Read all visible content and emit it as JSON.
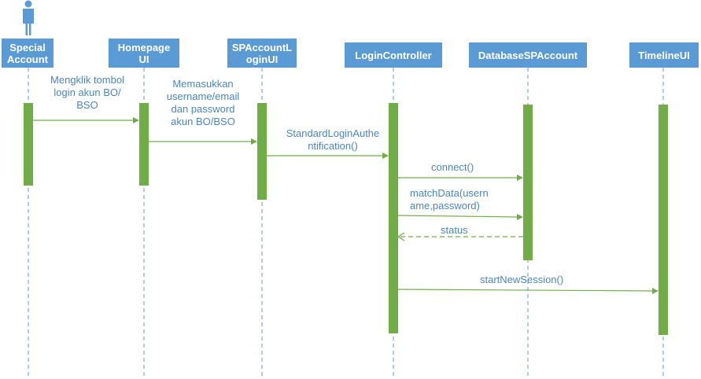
{
  "colors": {
    "header_fill": "#5b9bd5",
    "header_text": "#ffffff",
    "lifeline": "#5b9bd5",
    "activation": "#70ad47",
    "message": "#70ad47",
    "label_text": "#4a86c6"
  },
  "actor_icon": "person-icon",
  "participants": [
    {
      "id": "special-account",
      "label": "Special\nAccount"
    },
    {
      "id": "homepage-ui",
      "label": "Homepage\nUI"
    },
    {
      "id": "spaccount-loginui",
      "label": "SPAccountL\noginUI"
    },
    {
      "id": "login-controller",
      "label": "LoginController"
    },
    {
      "id": "database-spaccount",
      "label": "DatabaseSPAccount"
    },
    {
      "id": "timeline-ui",
      "label": "TimelineUI"
    }
  ],
  "messages": [
    {
      "id": "m1",
      "from": "special-account",
      "to": "homepage-ui",
      "type": "sync",
      "label": "Mengklik tombol\nlogin akun BO/\nBSO"
    },
    {
      "id": "m2",
      "from": "homepage-ui",
      "to": "spaccount-loginui",
      "type": "sync",
      "label": "Memasukkan\nusername/email\ndan password\nakun BO/BSO"
    },
    {
      "id": "m3",
      "from": "spaccount-loginui",
      "to": "login-controller",
      "type": "sync",
      "label": "StandardLoginAuthe\nntification()"
    },
    {
      "id": "m4",
      "from": "login-controller",
      "to": "database-spaccount",
      "type": "sync",
      "label": "connect()"
    },
    {
      "id": "m5",
      "from": "login-controller",
      "to": "database-spaccount",
      "type": "sync",
      "label": "matchData(usern\name,password)"
    },
    {
      "id": "m6",
      "from": "database-spaccount",
      "to": "login-controller",
      "type": "return",
      "label": "status"
    },
    {
      "id": "m7",
      "from": "login-controller",
      "to": "timeline-ui",
      "type": "sync",
      "label": "startNewSession()"
    }
  ]
}
